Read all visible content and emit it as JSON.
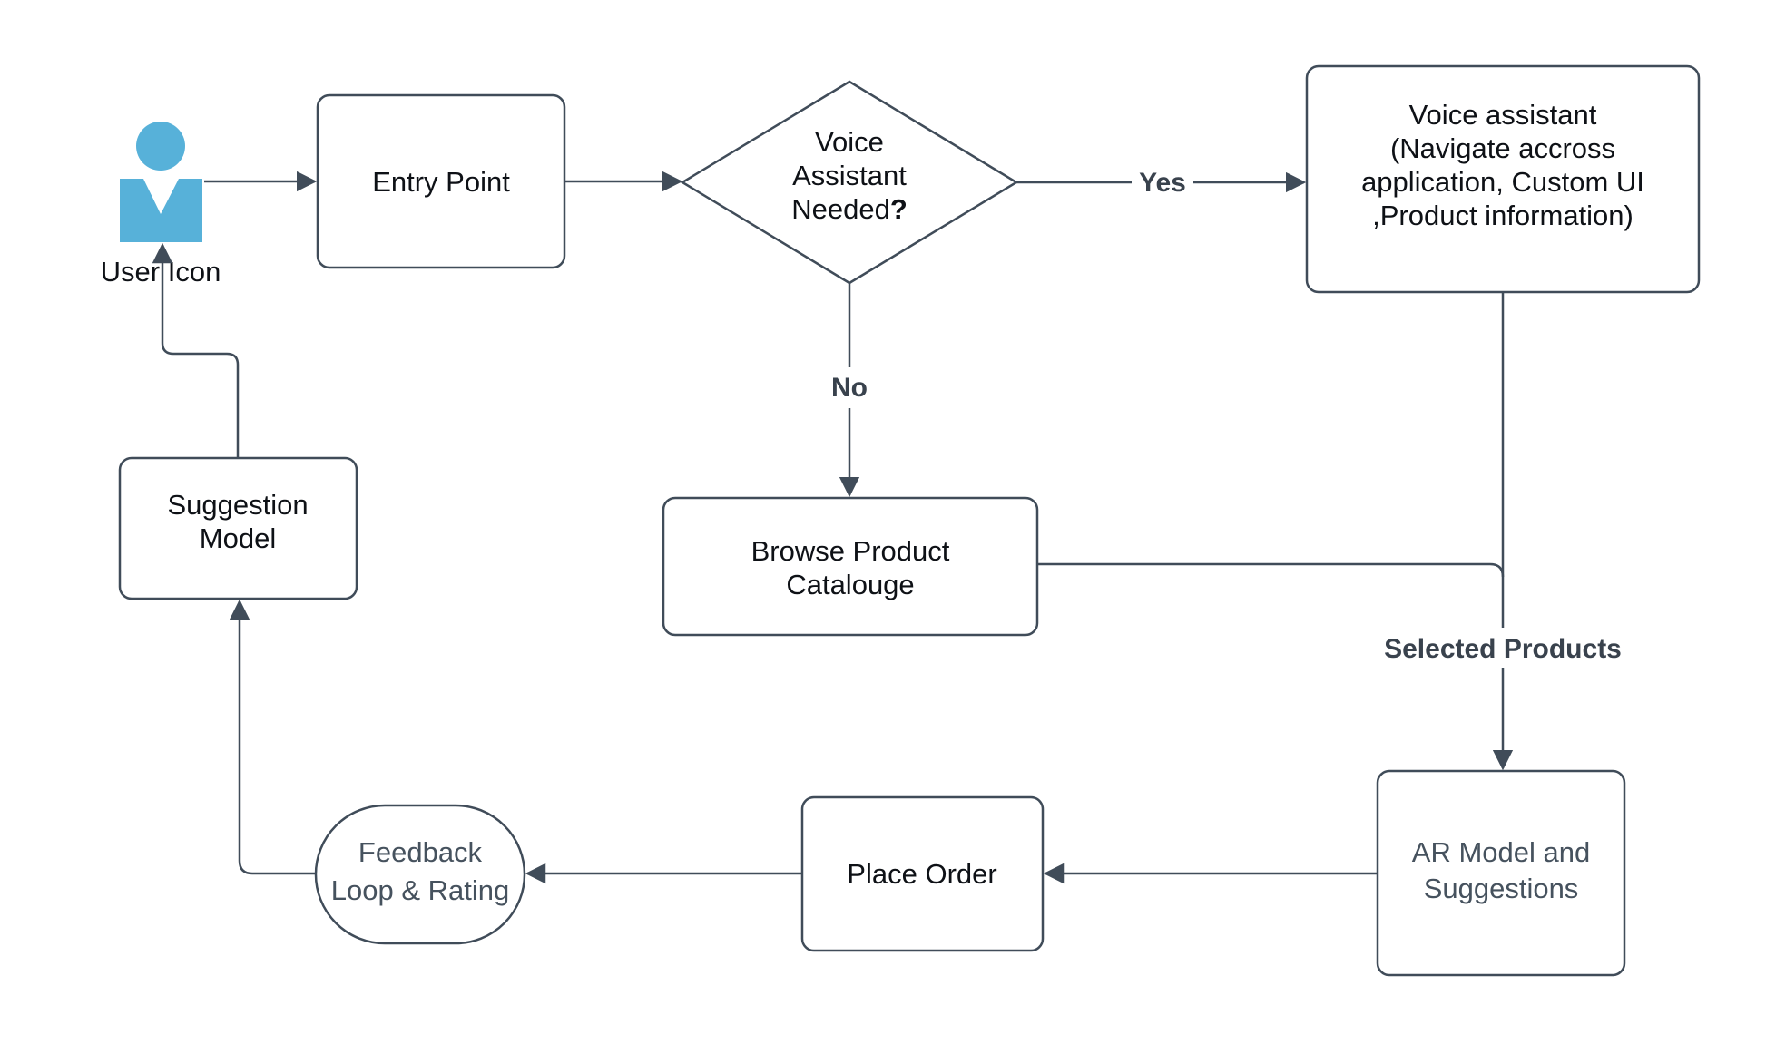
{
  "colors": {
    "background": "#ffffff",
    "stroke": "#404c59",
    "fill": "#ffffff",
    "text_dark": "#0e1116",
    "text_slate": "#46525e",
    "edge_label": "#39424d",
    "icon_blue": "#57b1d9"
  },
  "nodes": {
    "user_icon": {
      "label": "User Icon"
    },
    "entry_point": {
      "label": "Entry Point"
    },
    "decision": {
      "line1": "Voice",
      "line2": "Assistant",
      "line3": "Needed",
      "qmark": "?"
    },
    "voice_assistant": {
      "line1": "Voice assistant",
      "line2": "(Navigate accross",
      "line3": "application, Custom UI",
      "line4": ",Product information)"
    },
    "browse_catalogue": {
      "line1": "Browse Product",
      "line2": "Catalouge"
    },
    "suggestion_model": {
      "line1": "Suggestion",
      "line2": "Model"
    },
    "feedback_loop": {
      "line1": "Feedback",
      "line2": "Loop & Rating"
    },
    "place_order": {
      "label": "Place Order"
    },
    "ar_model": {
      "line1": "AR Model and",
      "line2": "Suggestions"
    }
  },
  "edge_labels": {
    "yes": "Yes",
    "no": "No",
    "selected_products": "Selected Products"
  }
}
